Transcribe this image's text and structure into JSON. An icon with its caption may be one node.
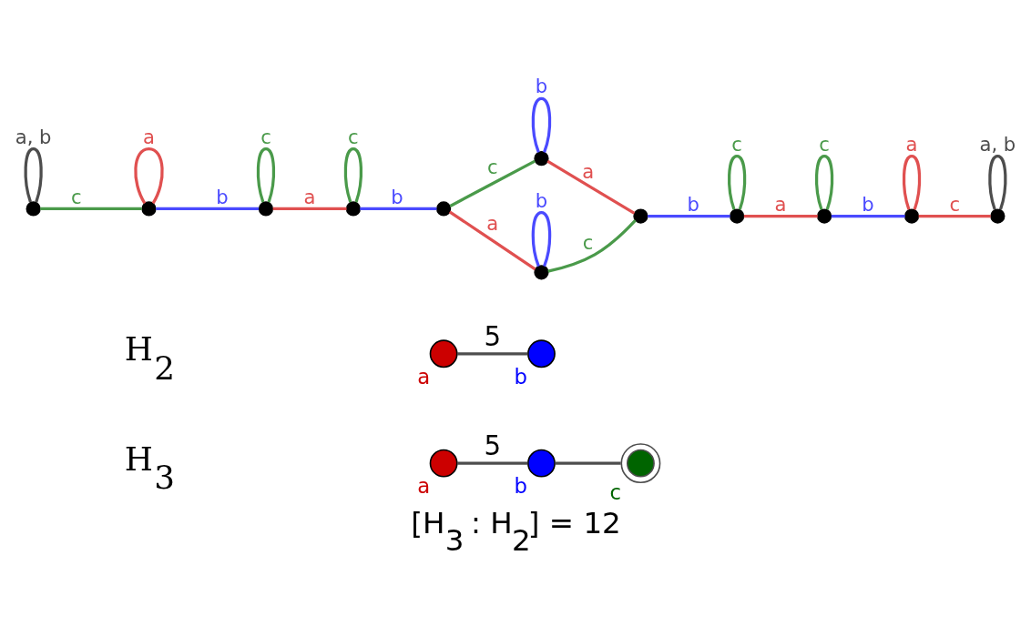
{
  "diagram": {
    "caption": "[H$_{3}$ : H$_{2}$] = 12",
    "nodes": [
      {
        "text": [],
        "shape": "circle",
        "beside": [
          "a"
        ]
      },
      {
        "text": [],
        "shape": "circle",
        "beside": [
          "b"
        ]
      },
      {
        "text": [],
        "shape": "ring",
        "beside": [
          "c"
        ]
      },
      {
        "text": [],
        "shape": "circle",
        "beside": [
          "a"
        ]
      },
      {
        "text": [],
        "shape": "circle",
        "beside": [
          "b"
        ]
      },
      {
        "text": [],
        "shape": "circle"
      },
      {
        "text": [],
        "shape": "circle"
      },
      {
        "text": [],
        "shape": "circle"
      },
      {
        "text": [],
        "shape": "circle"
      },
      {
        "text": [],
        "shape": "circle"
      },
      {
        "text": [],
        "shape": "circle"
      },
      {
        "text": [],
        "shape": "circle"
      },
      {
        "text": [],
        "shape": "circle"
      },
      {
        "text": [],
        "shape": "circle"
      },
      {
        "text": [],
        "shape": "circle"
      },
      {
        "text": [],
        "shape": "circle"
      },
      {
        "text": [],
        "shape": "circle"
      }
    ],
    "edges": [
      {
        "from": 0,
        "to": 1,
        "arrow": "none",
        "label": "5"
      },
      {
        "from": 1,
        "to": 2,
        "arrow": "none"
      },
      {
        "from": 3,
        "to": 4,
        "arrow": "none",
        "label": "5"
      },
      {
        "from": 5,
        "to": 5,
        "arrow": "none",
        "label": "a, b",
        "color": "#4d4d4d"
      },
      {
        "from": 5,
        "to": 6,
        "arrow": "none",
        "label": "c",
        "color": "#4a9a4a"
      },
      {
        "from": 6,
        "to": 6,
        "arrow": "none",
        "label": "a",
        "color": "#e05050"
      },
      {
        "from": 6,
        "to": 7,
        "arrow": "none",
        "label": "b",
        "color": "#4a4aff"
      },
      {
        "from": 7,
        "to": 7,
        "arrow": "none",
        "label": "c",
        "color": "#4a9a4a"
      },
      {
        "from": 7,
        "to": 8,
        "arrow": "none",
        "label": "a",
        "color": "#e05050"
      },
      {
        "from": 8,
        "to": 8,
        "arrow": "none",
        "label": "c",
        "color": "#4a9a4a"
      },
      {
        "from": 8,
        "to": 9,
        "arrow": "none",
        "label": "b",
        "color": "#4a4aff"
      },
      {
        "from": 9,
        "to": 10,
        "arrow": "none",
        "label": "c",
        "color": "#4a9a4a"
      },
      {
        "from": 9,
        "to": 11,
        "arrow": "none",
        "label": "a",
        "color": "#e05050"
      },
      {
        "from": 10,
        "to": 10,
        "arrow": "none",
        "label": "b",
        "color": "#4a4aff"
      },
      {
        "from": 11,
        "to": 11,
        "arrow": "none",
        "label": "b",
        "color": "#4a4aff"
      },
      {
        "from": 10,
        "to": 12,
        "arrow": "none",
        "label": "a",
        "color": "#e05050"
      },
      {
        "from": 11,
        "to": 12,
        "arrow": "none",
        "label": "c",
        "color": "#4a9a4a"
      },
      {
        "from": 12,
        "to": 13,
        "arrow": "none",
        "label": "b",
        "color": "#4a4aff"
      },
      {
        "from": 13,
        "to": 13,
        "arrow": "none",
        "label": "c",
        "color": "#4a9a4a"
      },
      {
        "from": 13,
        "to": 14,
        "arrow": "none",
        "label": "a",
        "color": "#e05050"
      },
      {
        "from": 14,
        "to": 14,
        "arrow": "none",
        "label": "c",
        "color": "#4a9a4a"
      },
      {
        "from": 14,
        "to": 15,
        "arrow": "none",
        "label": "b",
        "color": "#4a4aff"
      },
      {
        "from": 15,
        "to": 15,
        "arrow": "none",
        "label": "a",
        "color": "#e05050"
      },
      {
        "from": 15,
        "to": 16,
        "arrow": "none",
        "label": "c",
        "color": "#e05050"
      },
      {
        "from": 16,
        "to": 16,
        "arrow": "none",
        "label": "a, b",
        "color": "#4d4d4d"
      }
    ],
    "labels": [
      "H$_{3}$",
      "H$_{2}$"
    ]
  }
}
